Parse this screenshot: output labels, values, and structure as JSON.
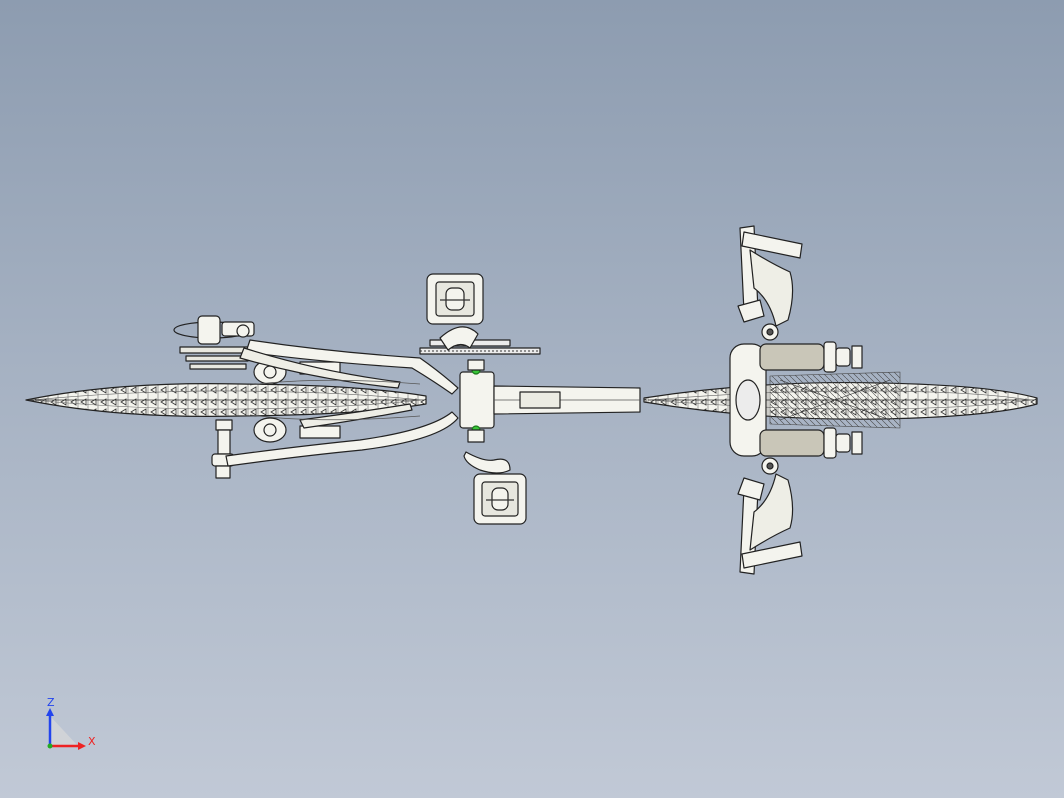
{
  "view": {
    "model": "bicycle-top-view",
    "background_top": "#8d9cb0",
    "background_bottom": "#c1c9d6",
    "part_fill": "#f4f4ee",
    "outline_color": "#222222",
    "grip_fill": "#c9c6b8",
    "accent_green": "#39c739"
  },
  "triad": {
    "vertical_axis_label": "Z",
    "horizontal_axis_label": "X",
    "vertical_axis_color": "#2244ee",
    "horizontal_axis_color": "#ee2222",
    "icon": "coordinate-triad-icon"
  }
}
